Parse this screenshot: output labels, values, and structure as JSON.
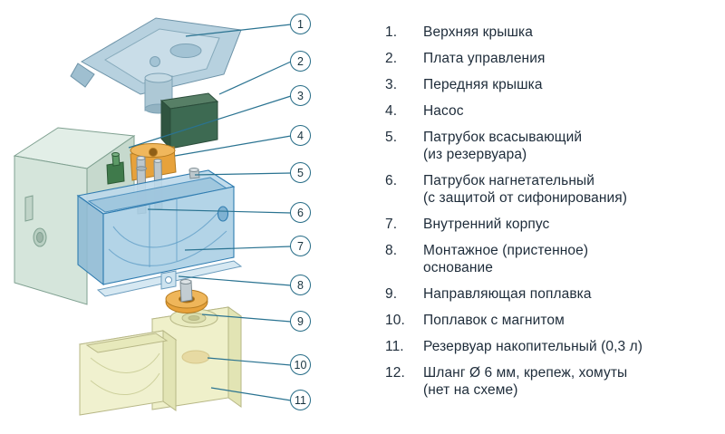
{
  "colors": {
    "background": "#ffffff",
    "callout_stroke": "#256b86",
    "leader_line": "#2a7391",
    "text": "#1e2c3a",
    "top_cover": "#b7d1df",
    "control_board": "#3d6a52",
    "pump": "#e7a23b",
    "front_cover": "#d5e5db",
    "inner_body": "#a9cee4",
    "float": "#e7a23b",
    "reservoir": "#eff0ca"
  },
  "diagram": {
    "callouts": [
      {
        "num": "1"
      },
      {
        "num": "2"
      },
      {
        "num": "3"
      },
      {
        "num": "4"
      },
      {
        "num": "5"
      },
      {
        "num": "6"
      },
      {
        "num": "7"
      },
      {
        "num": "8"
      },
      {
        "num": "9"
      },
      {
        "num": "10"
      },
      {
        "num": "11"
      }
    ]
  },
  "legend": {
    "items": [
      {
        "num": "1.",
        "text": "Верхняя крышка"
      },
      {
        "num": "2.",
        "text": "Плата управления"
      },
      {
        "num": "3.",
        "text": "Передняя крышка"
      },
      {
        "num": "4.",
        "text": "Насос"
      },
      {
        "num": "5.",
        "text": "Патрубок всасывающий\n(из резервуара)"
      },
      {
        "num": "6.",
        "text": "Патрубок нагнетательный\n(с защитой от сифонирования)"
      },
      {
        "num": "7.",
        "text": "Внутренний корпус"
      },
      {
        "num": "8.",
        "text": "Монтажное (пристенное)\nоснование"
      },
      {
        "num": "9.",
        "text": "Направляющая поплавка"
      },
      {
        "num": "10.",
        "text": "Поплавок с магнитом"
      },
      {
        "num": "11.",
        "text": "Резервуар накопительный (0,3 л)"
      },
      {
        "num": "12.",
        "text": "Шланг Ø 6 мм, крепеж, хомуты\n(нет на схеме)"
      }
    ]
  }
}
